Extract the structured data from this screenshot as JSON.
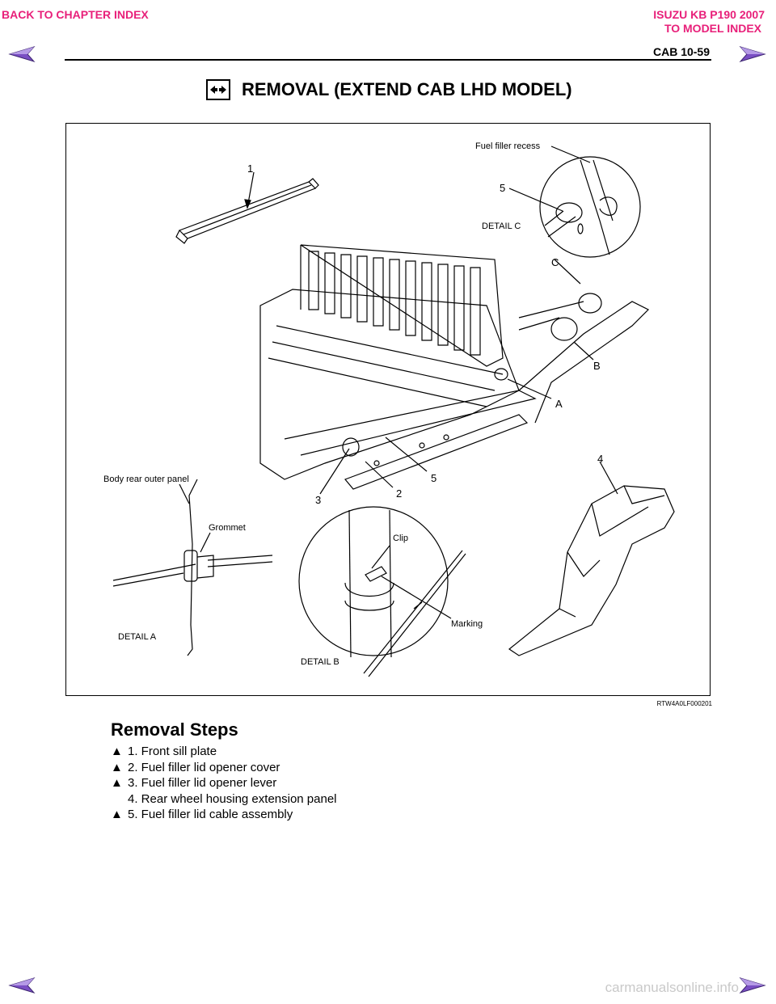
{
  "header": {
    "back_link": "BACK TO CHAPTER INDEX",
    "model_title": "ISUZU KB P190 2007",
    "model_link": "TO MODEL INDEX",
    "page_ref": "CAB  10-59",
    "accent_color": "#e8207a",
    "nav_icons": [
      "arrow-left-icon",
      "arrow-right-icon"
    ]
  },
  "section": {
    "icon": "removal-arrows-icon",
    "title": "REMOVAL (EXTEND CAB LHD MODEL)"
  },
  "figure": {
    "labels": {
      "fuel_filler_recess": "Fuel filler recess",
      "detail_c": "DETAIL C",
      "body_rear_outer_panel": "Body rear outer panel",
      "grommet": "Grommet",
      "detail_a": "DETAIL A",
      "clip": "Clip",
      "marking": "Marking",
      "detail_b": "DETAIL B",
      "callout_a": "A",
      "callout_b": "B",
      "callout_c": "C"
    },
    "callouts": {
      "n1": "1",
      "n2": "2",
      "n3": "3",
      "n4": "4",
      "n5_detail": "5",
      "n5_main": "5"
    },
    "code": "RTW4A0LF000201"
  },
  "steps": {
    "heading": "Removal Steps",
    "marker": "▲",
    "items": [
      {
        "text": "1. Front sill plate",
        "marked": true
      },
      {
        "text": "2. Fuel filler lid opener cover",
        "marked": true
      },
      {
        "text": "3. Fuel filler lid opener lever",
        "marked": true
      },
      {
        "text": "4. Rear wheel housing extension panel",
        "marked": false
      },
      {
        "text": "5. Fuel filler lid cable assembly",
        "marked": true
      }
    ]
  },
  "footer": {
    "watermark": "carmanualsonline.info"
  }
}
